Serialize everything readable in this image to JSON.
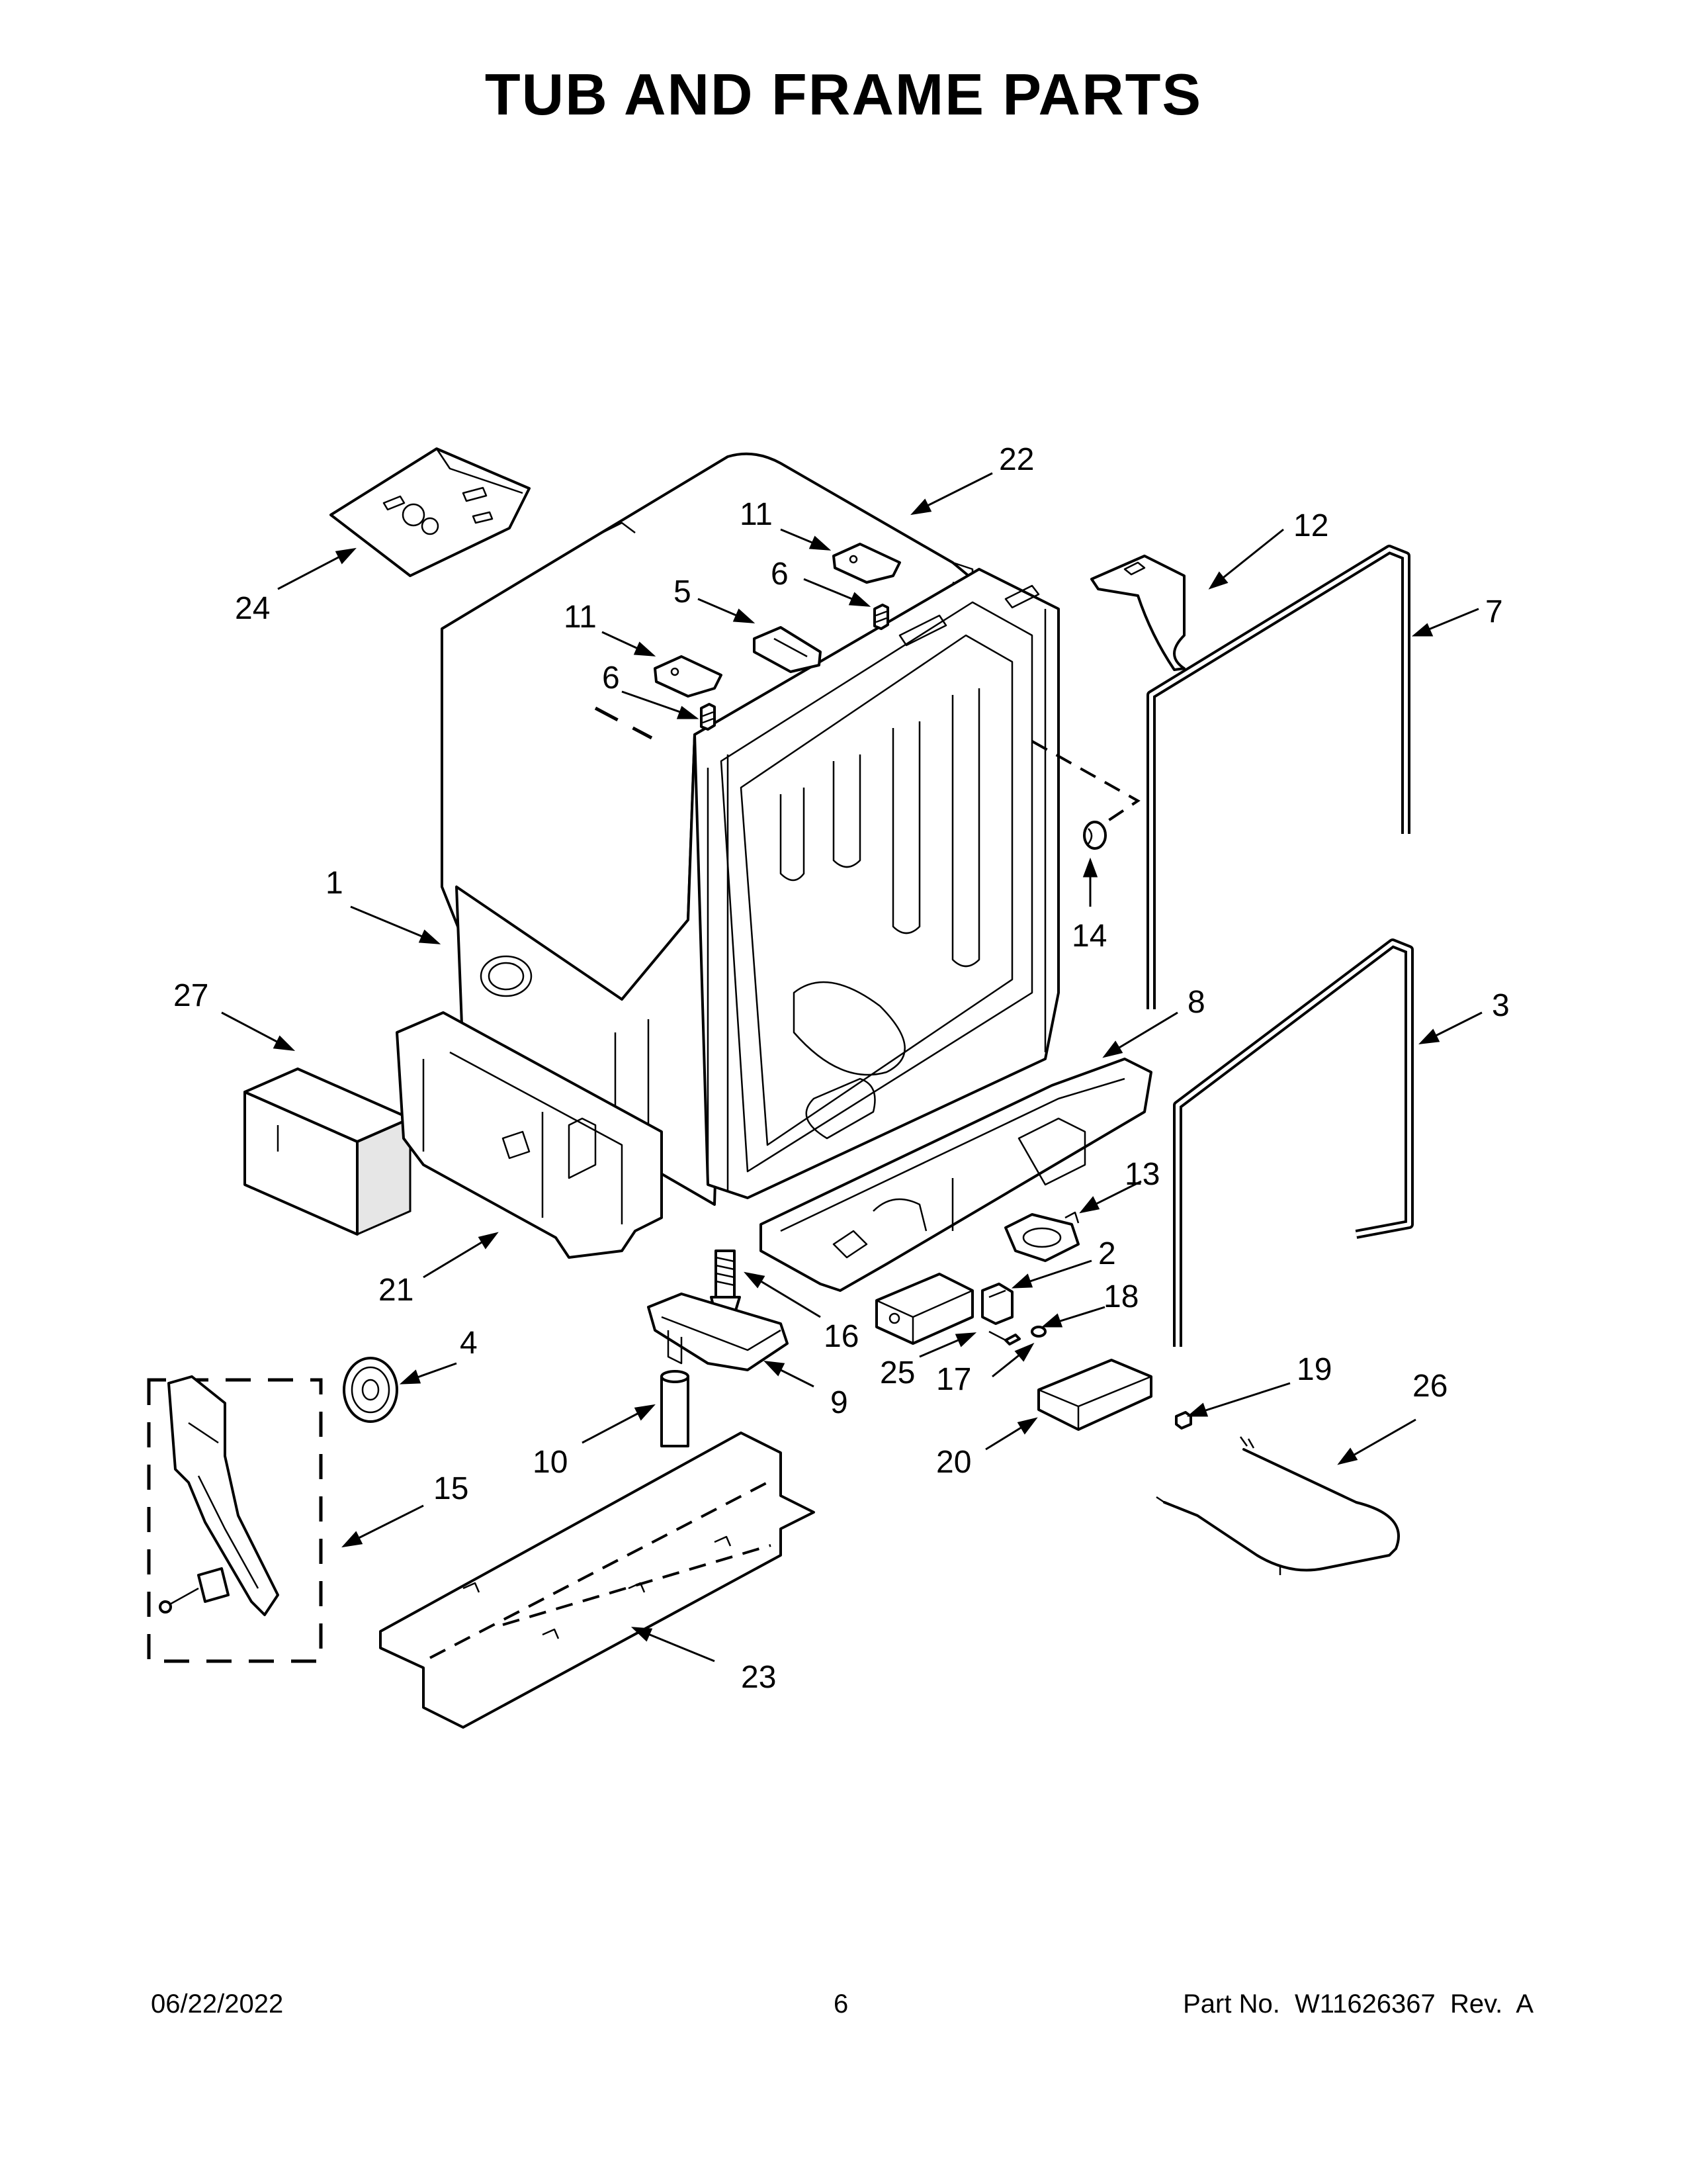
{
  "header": {
    "title": "TUB AND FRAME PARTS"
  },
  "callouts": [
    {
      "id": "c22",
      "label": "22"
    },
    {
      "id": "c11a",
      "label": "11"
    },
    {
      "id": "c12",
      "label": "12"
    },
    {
      "id": "c24",
      "label": "24"
    },
    {
      "id": "c6a",
      "label": "6"
    },
    {
      "id": "c5",
      "label": "5"
    },
    {
      "id": "c11b",
      "label": "11"
    },
    {
      "id": "c7",
      "label": "7"
    },
    {
      "id": "c6b",
      "label": "6"
    },
    {
      "id": "c1",
      "label": "1"
    },
    {
      "id": "c14",
      "label": "14"
    },
    {
      "id": "c27",
      "label": "27"
    },
    {
      "id": "c8",
      "label": "8"
    },
    {
      "id": "c3",
      "label": "3"
    },
    {
      "id": "c13",
      "label": "13"
    },
    {
      "id": "c2",
      "label": "2"
    },
    {
      "id": "c21",
      "label": "21"
    },
    {
      "id": "c16",
      "label": "16"
    },
    {
      "id": "c18",
      "label": "18"
    },
    {
      "id": "c4",
      "label": "4"
    },
    {
      "id": "c19",
      "label": "19"
    },
    {
      "id": "c25",
      "label": "25"
    },
    {
      "id": "c17",
      "label": "17"
    },
    {
      "id": "c9",
      "label": "9"
    },
    {
      "id": "c26",
      "label": "26"
    },
    {
      "id": "c10",
      "label": "10"
    },
    {
      "id": "c20",
      "label": "20"
    },
    {
      "id": "c15",
      "label": "15"
    },
    {
      "id": "c23",
      "label": "23"
    }
  ],
  "footer": {
    "date": "06/22/2022",
    "page": "6",
    "part_no": "Part No.  W11626367  Rev.  A"
  }
}
